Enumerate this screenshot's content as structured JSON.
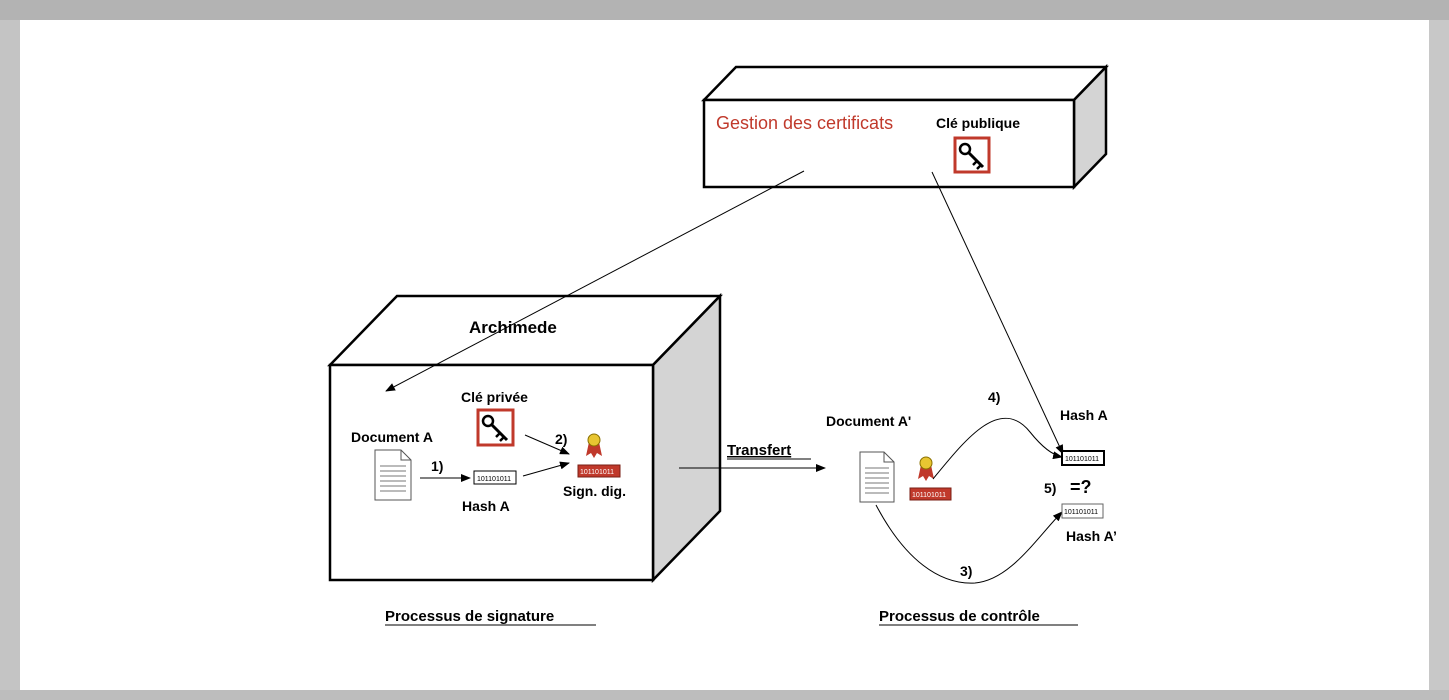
{
  "certificate_box": {
    "title": "Gestion des certificats",
    "public_key_label": "Clé publique"
  },
  "archimede_box": {
    "title": "Archimede",
    "private_key_label": "Clé privée",
    "document_label": "Document A",
    "step1": "1)",
    "step2": "2)",
    "hash_label": "Hash A",
    "hash_bits": "101101011",
    "signature_label": "Sign. dig.",
    "signature_bits": "101101011"
  },
  "transfer_label": "Transfert",
  "control": {
    "document_label": "Document A'",
    "signature_bits": "101101011",
    "step3": "3)",
    "step4": "4)",
    "step5": "5)",
    "compare_symbol": "=?",
    "hash_a_label": "Hash A",
    "hash_a_bits": "101101011",
    "hash_a_prime_label": "Hash A’",
    "hash_a_prime_bits": "101101011"
  },
  "captions": {
    "signature_process": "Processus de signature",
    "control_process": "Processus de contrôle"
  },
  "colors": {
    "accent_red": "#c0392b",
    "box_side_gray": "#d4d4d4",
    "frame_gray": "#b3b3b3"
  },
  "icons": [
    "key-icon",
    "document-icon",
    "ribbon-seal-icon"
  ]
}
